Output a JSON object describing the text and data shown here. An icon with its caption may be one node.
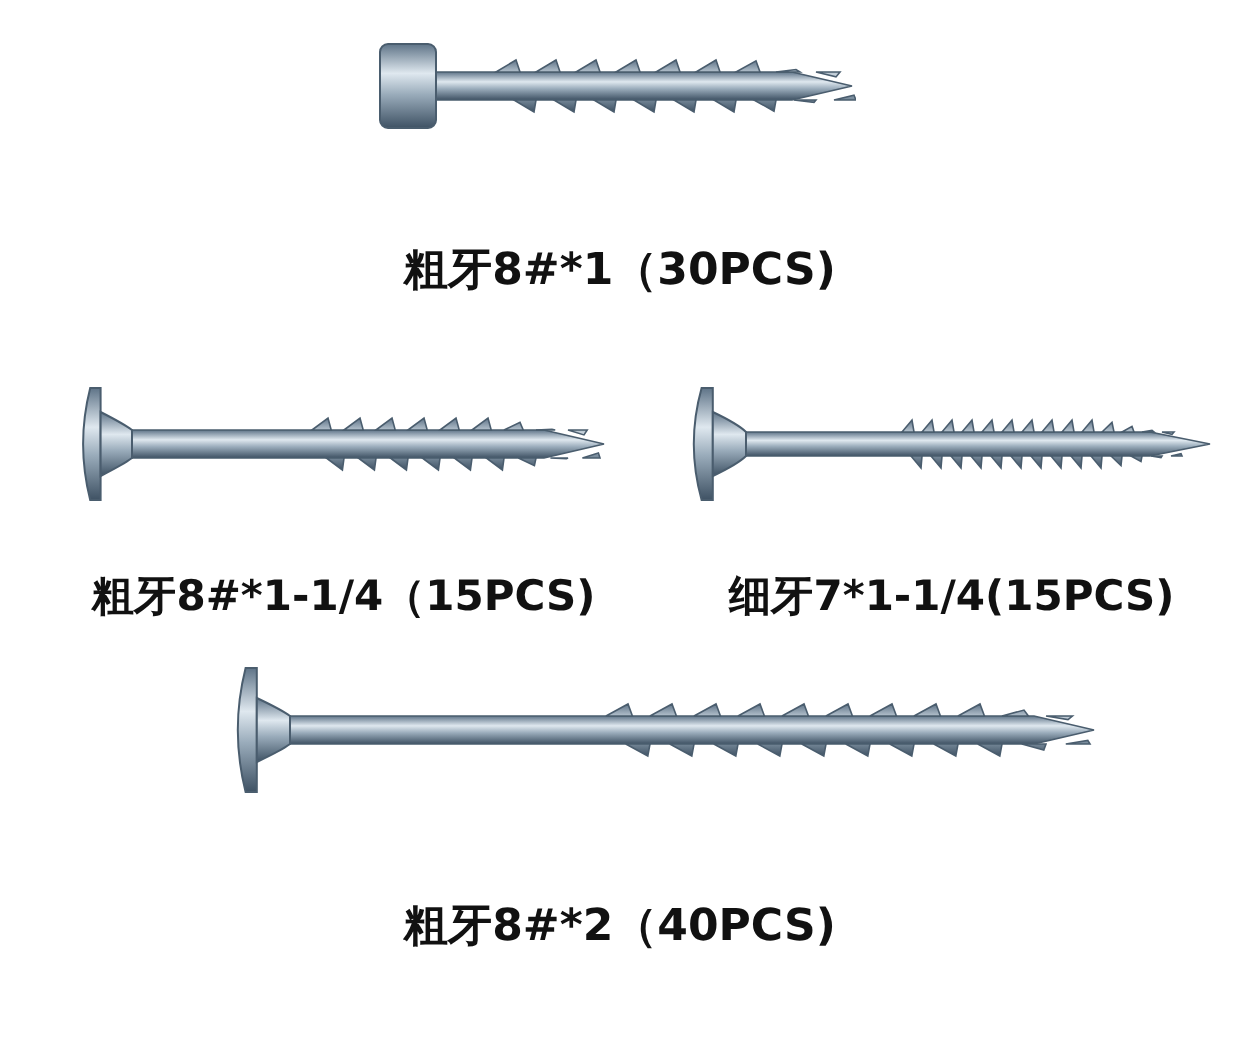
{
  "diagram": {
    "labels": [
      "粗牙8#*1（30PCS)",
      "粗牙8#*1-1/4（15PCS)",
      "细牙7*1-1/4(15PCS)",
      "粗牙8#*2（40PCS)"
    ]
  }
}
